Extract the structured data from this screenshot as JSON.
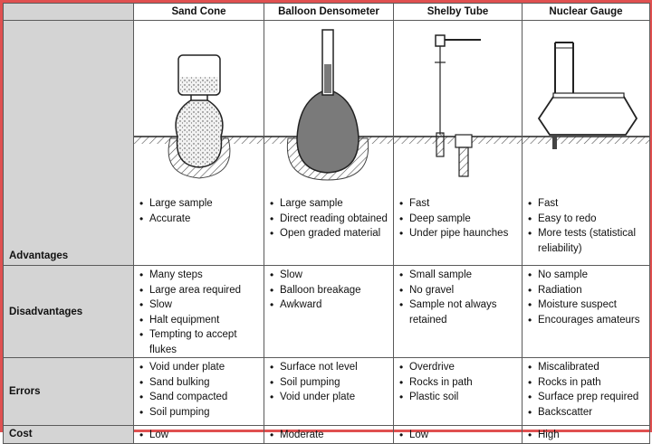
{
  "columns": [
    "Sand Cone",
    "Balloon Densometer",
    "Shelby Tube",
    "Nuclear Gauge"
  ],
  "rows": {
    "advantages": {
      "label": "Advantages",
      "cells": [
        [
          "Large sample",
          "Accurate"
        ],
        [
          "Large sample",
          "Direct reading obtained",
          "Open graded material"
        ],
        [
          "Fast",
          "Deep sample",
          "Under pipe haunches"
        ],
        [
          "Fast",
          "Easy to redo",
          "More tests (statistical reliability)"
        ]
      ]
    },
    "disadvantages": {
      "label": "Disadvantages",
      "cells": [
        [
          "Many steps",
          "Large area required",
          "Slow",
          "Halt equipment",
          "Tempting to accept flukes"
        ],
        [
          "Slow",
          "Balloon breakage",
          "Awkward"
        ],
        [
          "Small sample",
          "No gravel",
          "Sample not always retained"
        ],
        [
          "No sample",
          "Radiation",
          "Moisture suspect",
          "Encourages amateurs"
        ]
      ]
    },
    "errors": {
      "label": "Errors",
      "cells": [
        [
          "Void under plate",
          "Sand bulking",
          "Sand compacted",
          "Soil pumping"
        ],
        [
          "Surface not level",
          "Soil pumping",
          "Void under plate"
        ],
        [
          "Overdrive",
          "Rocks in path",
          "Plastic soil"
        ],
        [
          "Miscalibrated",
          "Rocks in path",
          "Surface prep required",
          "Backscatter"
        ]
      ]
    },
    "cost": {
      "label": "Cost",
      "cells": [
        [
          "Low"
        ],
        [
          "Moderate"
        ],
        [
          "Low"
        ],
        [
          "High"
        ]
      ]
    }
  }
}
